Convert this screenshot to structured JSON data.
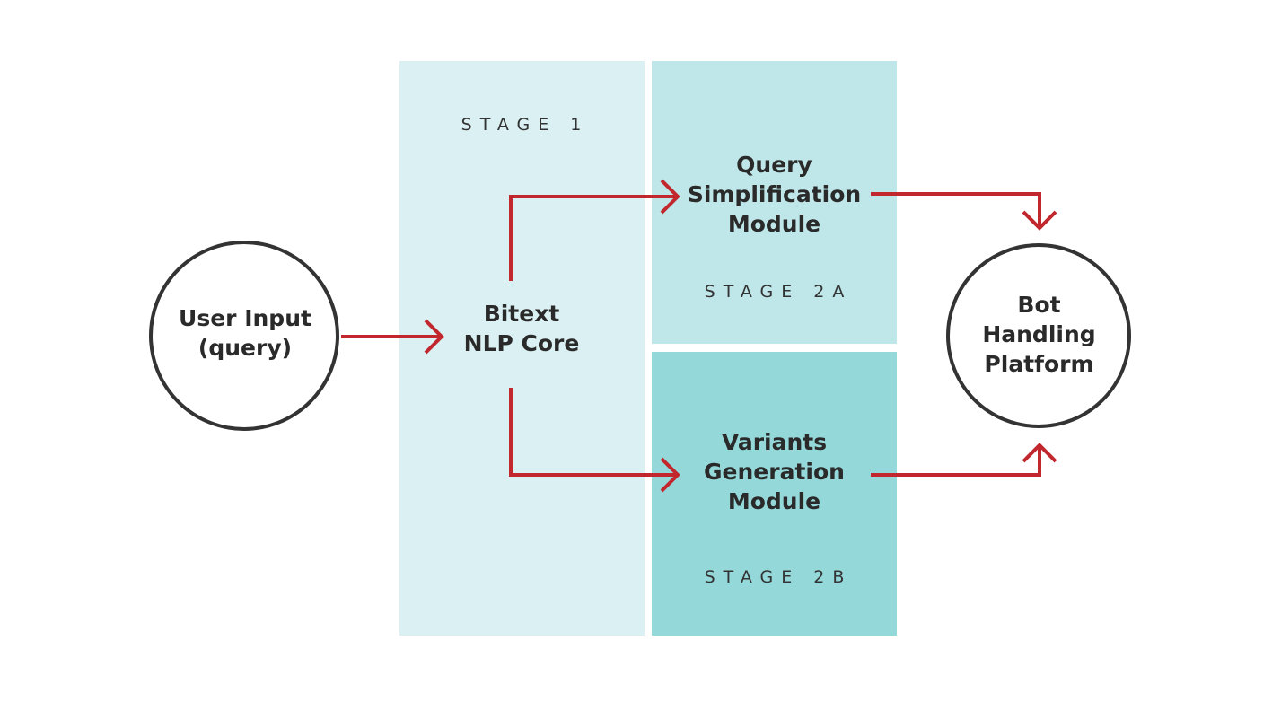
{
  "colors": {
    "stage1": "#daf0f2",
    "stage2a": "#bfe7e9",
    "stage2b": "#95d8da",
    "arrow": "#c1272d",
    "circle_stroke": "#333333"
  },
  "stages": {
    "stage1": "STAGE 1",
    "stage2a": "STAGE 2A",
    "stage2b": "STAGE 2B"
  },
  "nodes": {
    "user_input": [
      "User Input",
      "(query)"
    ],
    "nlp_core": [
      "Bitext",
      "NLP Core"
    ],
    "query_module": [
      "Query",
      "Simplification",
      "Module"
    ],
    "variants_module": [
      "Variants",
      "Generation",
      "Module"
    ],
    "bot_platform": [
      "Bot",
      "Handling",
      "Platform"
    ]
  },
  "flow": [
    {
      "from": "user_input",
      "to": "nlp_core"
    },
    {
      "from": "nlp_core",
      "to": "query_module"
    },
    {
      "from": "nlp_core",
      "to": "variants_module"
    },
    {
      "from": "query_module",
      "to": "bot_platform"
    },
    {
      "from": "variants_module",
      "to": "bot_platform"
    }
  ]
}
